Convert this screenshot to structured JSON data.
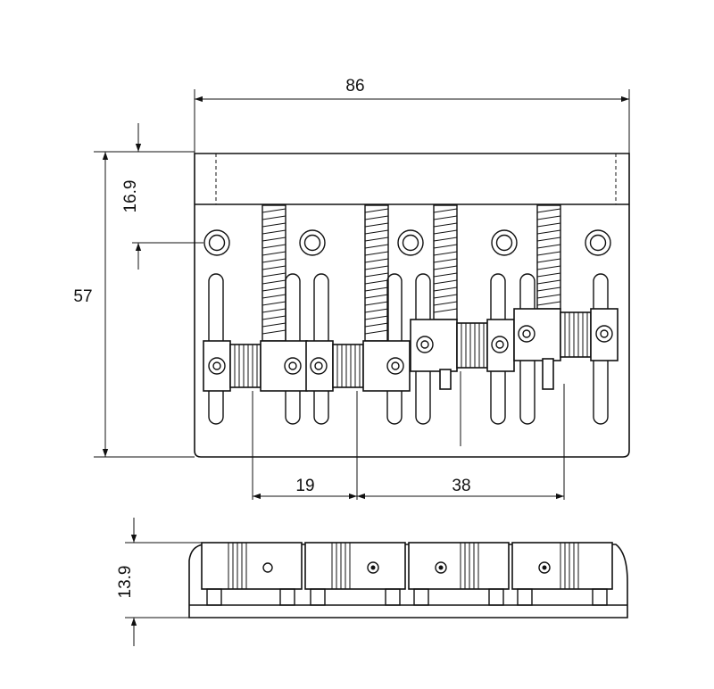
{
  "drawing": {
    "dim_width": "86",
    "dim_height": "57",
    "dim_top_plate": "16.9",
    "dim_spacing_single": "19",
    "dim_spacing_double": "38",
    "dim_side_height": "13.9"
  },
  "colors": {
    "line": "#111111",
    "background": "#ffffff"
  }
}
